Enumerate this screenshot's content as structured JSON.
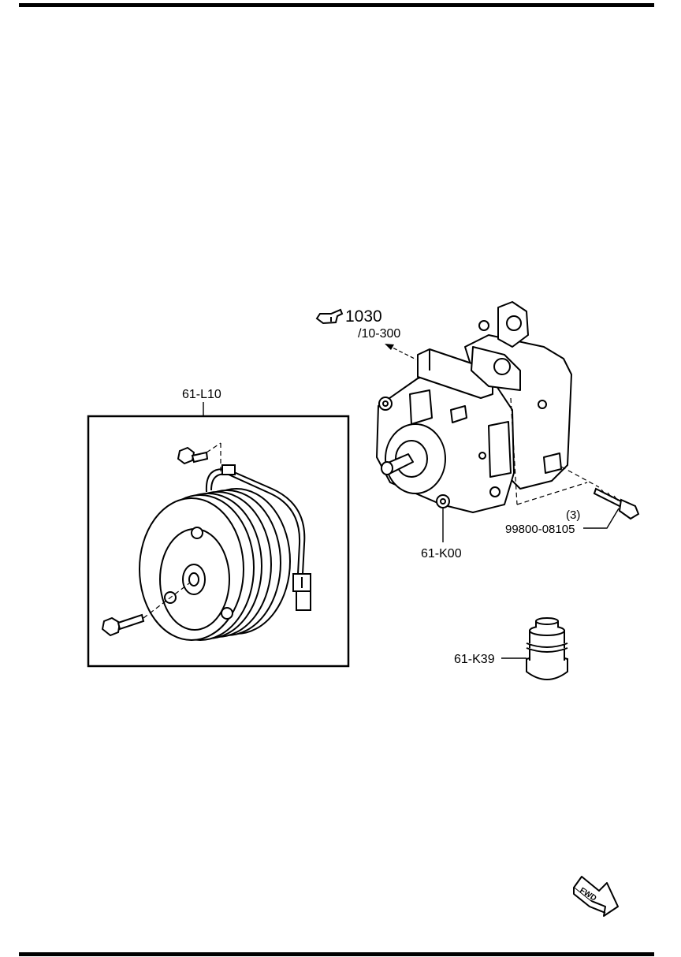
{
  "callouts": {
    "ref_main": "1030",
    "ref_sub": "/10-300",
    "clutch_assembly": "61-L10",
    "compressor": "61-K00",
    "bolt_qty": "(3)",
    "bolt_part": "99800-08105",
    "oil": "61-K39"
  },
  "fwd_badge": "FWD",
  "icons": [
    "pointing-hand-icon",
    "fwd-arrow-icon"
  ]
}
